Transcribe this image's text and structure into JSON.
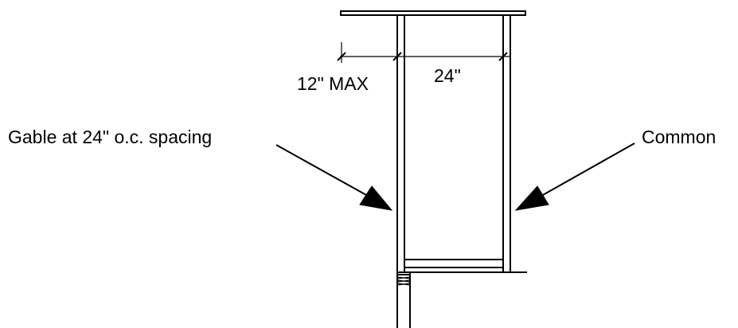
{
  "labels": {
    "gable": "Gable at 24\" o.c. spacing",
    "common": "Common",
    "dim_offset": "12\" MAX",
    "dim_spacing": "24\""
  },
  "colors": {
    "line": "#000000",
    "background": "#ffffff"
  }
}
